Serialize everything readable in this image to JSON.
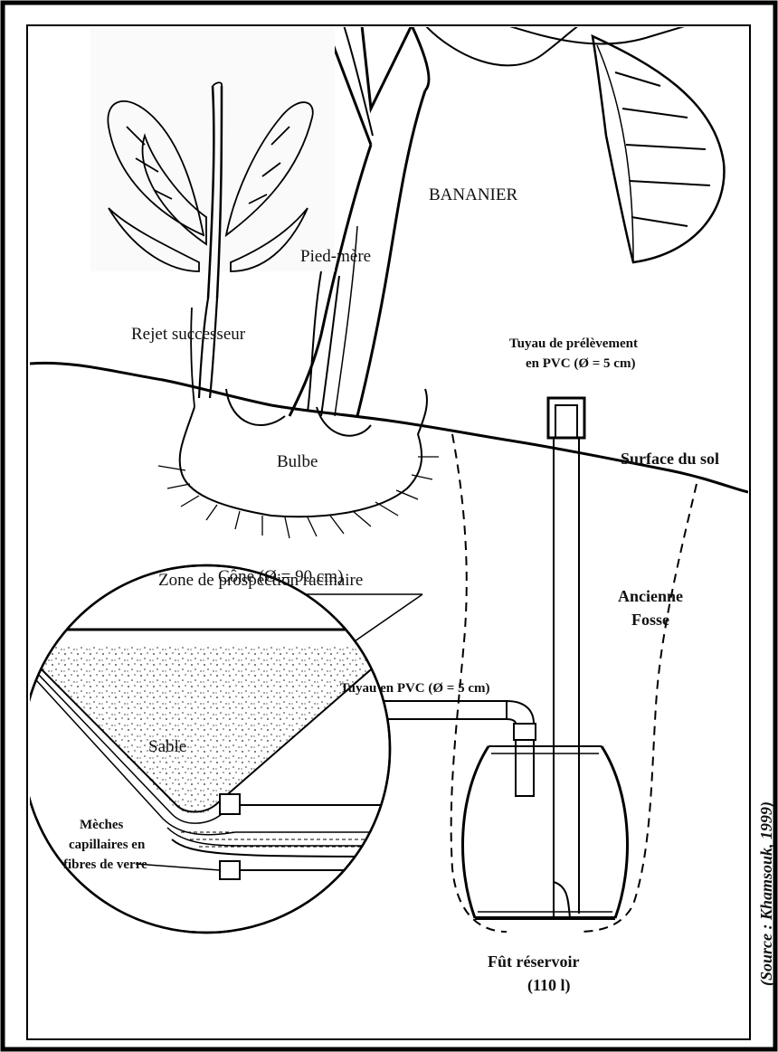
{
  "labels": {
    "bananier": "BANANIER",
    "pied_mere": "Pied-mère",
    "rejet": "Rejet successeur",
    "tuyau_prelevement_1": "Tuyau de prélèvement",
    "tuyau_prelevement_2": "en PVC (Ø = 5 cm)",
    "surface": "Surface du sol",
    "bulbe": "Bulbe",
    "zone": "Zone de prospection racinaire",
    "ancienne": "Ancienne",
    "fosse": "Fosse",
    "cone": "Cône (Ø = 90 cm)",
    "tuyau_pvc": "Tuyau en PVC (Ø = 5 cm)",
    "sable": "Sable",
    "meches_1": "Mèches",
    "meches_2": "capillaires en",
    "meches_3": "fibres de verre",
    "fut_1": "Fût réservoir",
    "fut_2": "(110 l)",
    "source": "(Source : Khamsouk, 1999)"
  }
}
